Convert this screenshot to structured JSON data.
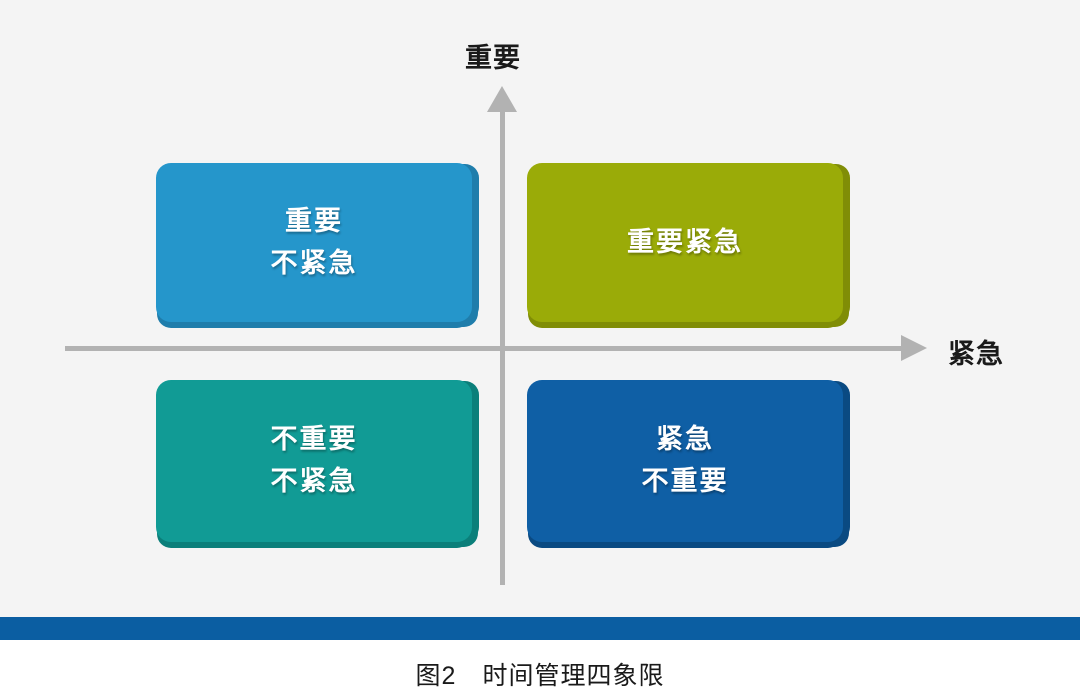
{
  "figure": {
    "background_color": "#f4f4f4",
    "caption": "图2　时间管理四象限",
    "rule_color": "#0b5ea2"
  },
  "axes": {
    "color": "#b2b2b2",
    "vertical": {
      "label": "重要",
      "arrow_icon": "arrow-up-icon",
      "direction": "up"
    },
    "horizontal": {
      "label": "紧急",
      "arrow_icon": "arrow-right-icon",
      "direction": "right"
    }
  },
  "chart_data": {
    "type": "scatter",
    "title": "图2　时间管理四象限",
    "xlabel": "紧急",
    "ylabel": "重要",
    "quadrants": [
      {
        "id": "q2",
        "position": "top-left",
        "lines": [
          "重要",
          "不紧急"
        ],
        "color": "#2596cb",
        "shadow_color": "#1f7dab"
      },
      {
        "id": "q1",
        "position": "top-right",
        "lines": [
          "重要紧急"
        ],
        "color": "#9aab08",
        "shadow_color": "#808d06"
      },
      {
        "id": "q3",
        "position": "bottom-left",
        "lines": [
          "不重要",
          "不紧急"
        ],
        "color": "#119b95",
        "shadow_color": "#0b7f7a"
      },
      {
        "id": "q4",
        "position": "bottom-right",
        "lines": [
          "紧急",
          "不重要"
        ],
        "color": "#0f5fa5",
        "shadow_color": "#0a4a82"
      }
    ]
  },
  "quadrants": {
    "top_left": {
      "line1": "重要",
      "line2": "不紧急"
    },
    "top_right": {
      "line1": "重要紧急"
    },
    "bottom_left": {
      "line1": "不重要",
      "line2": "不紧急"
    },
    "bottom_right": {
      "line1": "紧急",
      "line2": "不重要"
    }
  }
}
